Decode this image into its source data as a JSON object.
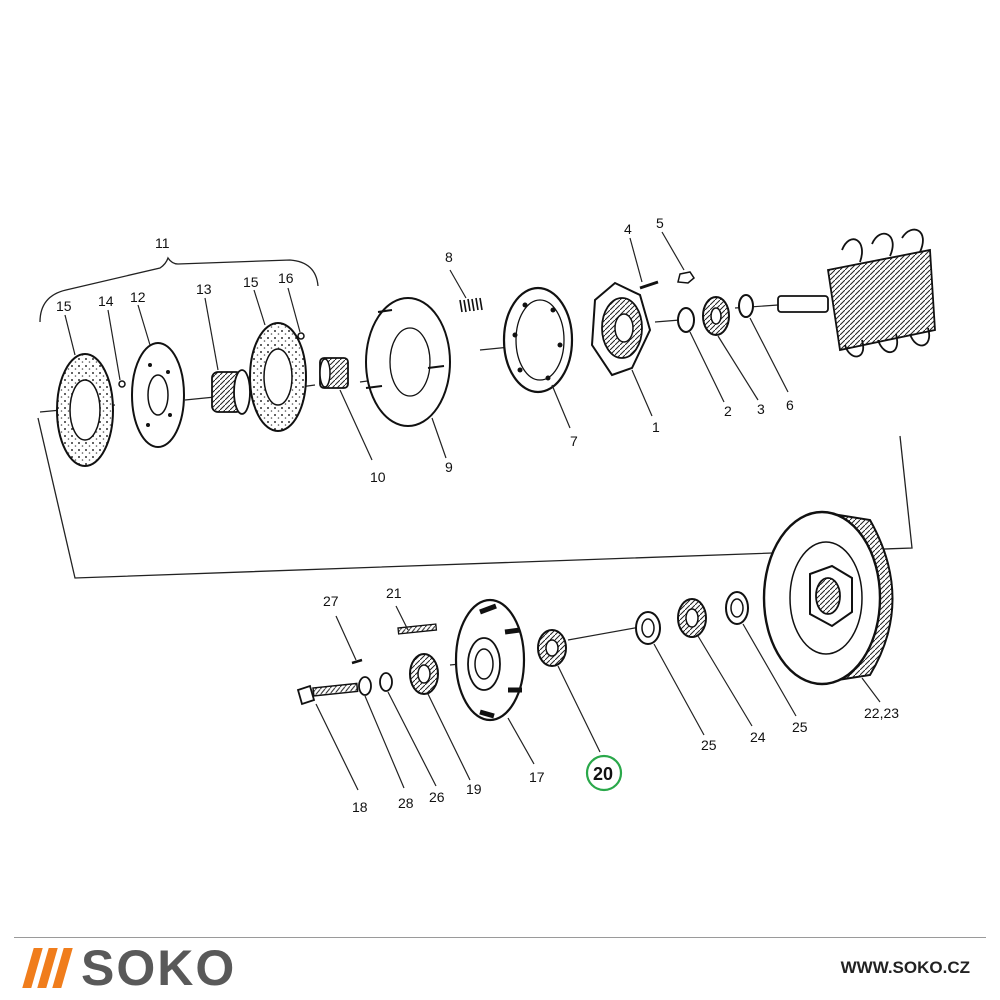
{
  "diagram": {
    "labels": {
      "p11": "11",
      "p15a": "15",
      "p14": "14",
      "p12": "12",
      "p13": "13",
      "p15b": "15",
      "p16": "16",
      "p8": "8",
      "p4": "4",
      "p5": "5",
      "p10": "10",
      "p9": "9",
      "p7": "7",
      "p1": "1",
      "p2": "2",
      "p3": "3",
      "p6": "6",
      "p27": "27",
      "p21": "21",
      "p18": "18",
      "p28": "28",
      "p26": "26",
      "p19": "19",
      "p17": "17",
      "p20": "20",
      "p25a": "25",
      "p24": "24",
      "p25b": "25",
      "p2223": "22,23"
    },
    "highlight_color": "#2aa84a"
  },
  "footer": {
    "brand": "SOKO",
    "brand_color": "#595959",
    "accent_color": "#f07d1c",
    "website": "WWW.SOKO.CZ"
  }
}
